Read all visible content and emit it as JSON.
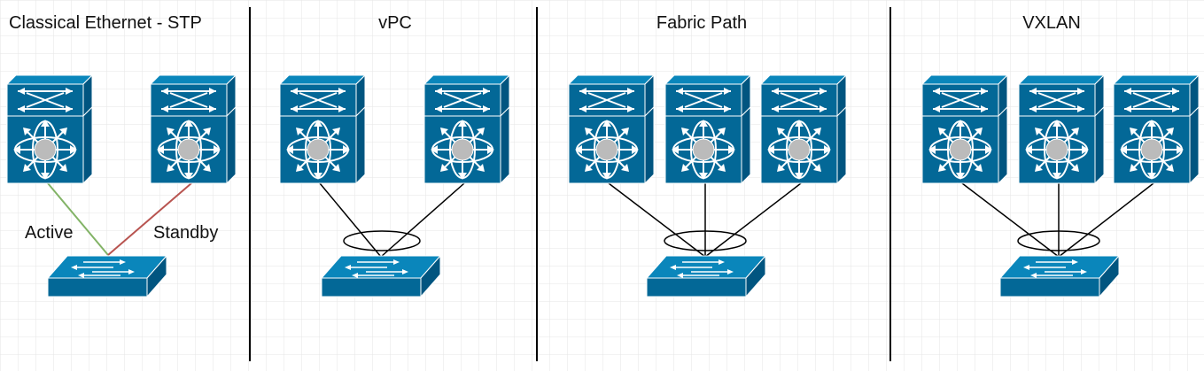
{
  "diagram": {
    "sections": [
      {
        "title": "Classical Ethernet - STP"
      },
      {
        "title": "vPC"
      },
      {
        "title": "Fabric Path"
      },
      {
        "title": "VXLAN"
      }
    ],
    "stp_links": {
      "active_label": "Active",
      "standby_label": "Standby",
      "active_color": "#82b366",
      "standby_color": "#b85450"
    },
    "colors": {
      "device_front": "#036897",
      "device_top": "#0a86bb",
      "device_side": "#015580",
      "device_stroke": "#ffffff",
      "hub": "#bbbbbb",
      "grid": "#e6e6e6",
      "divider": "#000000",
      "link": "#000000"
    },
    "icons": {
      "spine": "nexus-switch-icon",
      "leaf": "layer2-switch-icon",
      "bundle": "port-channel-ellipse-icon"
    }
  }
}
